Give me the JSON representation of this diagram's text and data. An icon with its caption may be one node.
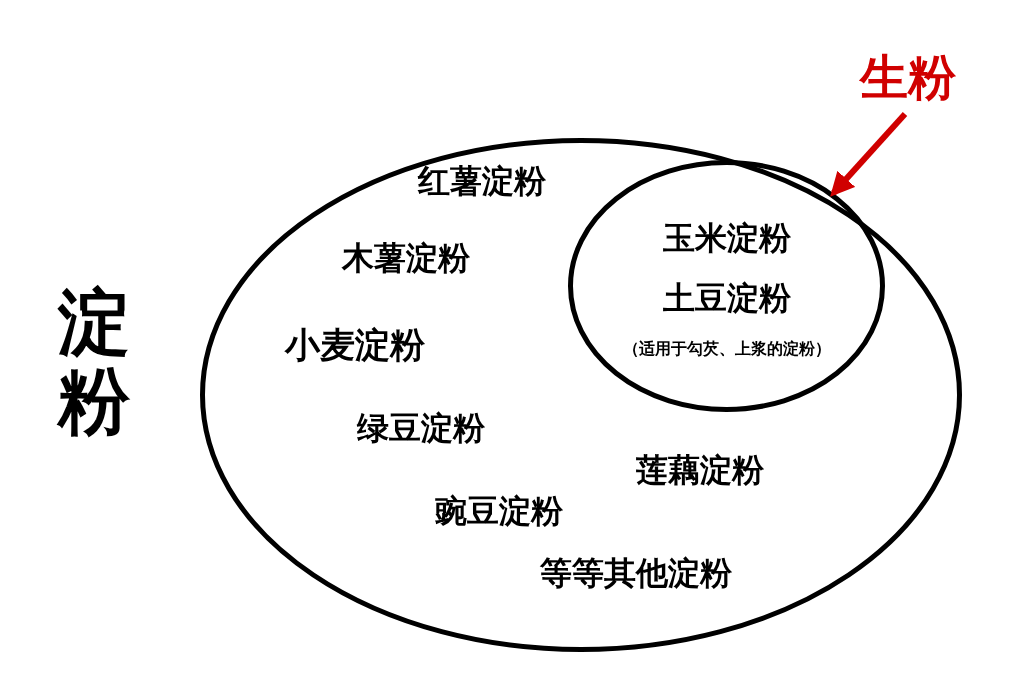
{
  "diagram": {
    "nodes": [
      {
        "text": [
          "淀粉",
          "红薯淀粉",
          "木薯淀粉",
          "小麦淀粉",
          "绿豆淀粉",
          "莲藕淀粉",
          "豌豆淀粉",
          "等等其他淀粉"
        ]
      },
      {
        "text": [
          "玉米淀粉",
          "土豆淀粉",
          "（适用于勾芡、上浆的淀粉）"
        ],
        "in": 0
      },
      {
        "text": [
          "生粉"
        ]
      }
    ],
    "edges": [
      {
        "from": 2,
        "to": 1,
        "arrow": "to",
        "color": "#d00000"
      }
    ]
  }
}
